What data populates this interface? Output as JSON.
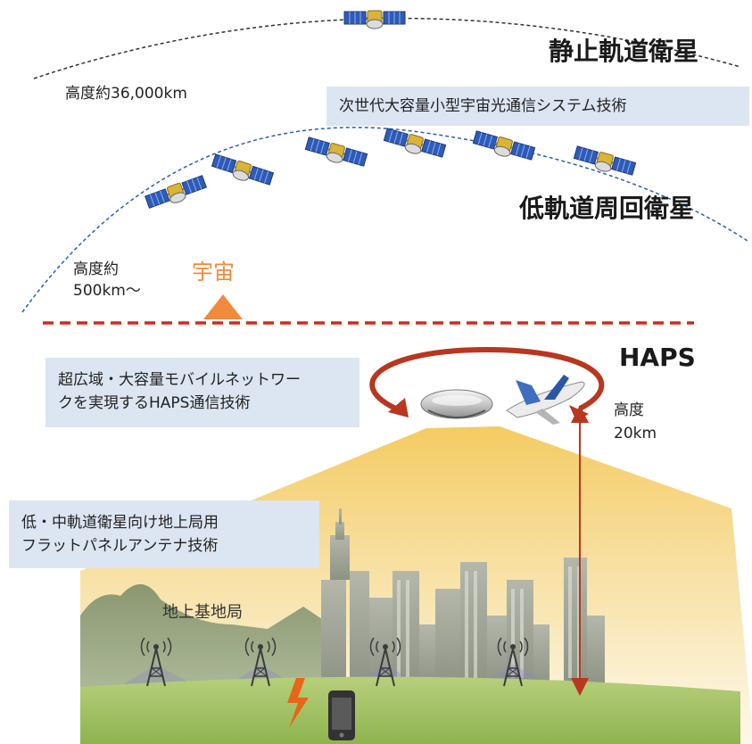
{
  "labels": {
    "geo_title": "静止軌道衛星",
    "geo_altitude": "高度約36,000km",
    "geo_tech": "次世代大容量小型宇宙光通信システム技術",
    "leo_title": "低軌道周回衛星",
    "leo_altitude_line1": "高度約",
    "leo_altitude_line2": "500km〜",
    "space": "宇宙",
    "haps_title": "HAPS",
    "haps_tech_line1": "超広域・大容量モバイルネットワー",
    "haps_tech_line2": "クを実現するHAPS通信技術",
    "haps_altitude_line1": "高度",
    "haps_altitude_line2": "20km",
    "ground_tech_line1": "低・中軌道衛星向け地上局用",
    "ground_tech_line2": "フラットパネルアンテナ技術",
    "ground_station": "地上基地局"
  },
  "colors": {
    "orbit_line": "#2e5fa8",
    "boundary_line": "#d6281e",
    "haps_loop": "#b9361f",
    "space_marker": "#f08a3c",
    "info_box": "#dce5f2",
    "beam": "#f2cf6b"
  }
}
